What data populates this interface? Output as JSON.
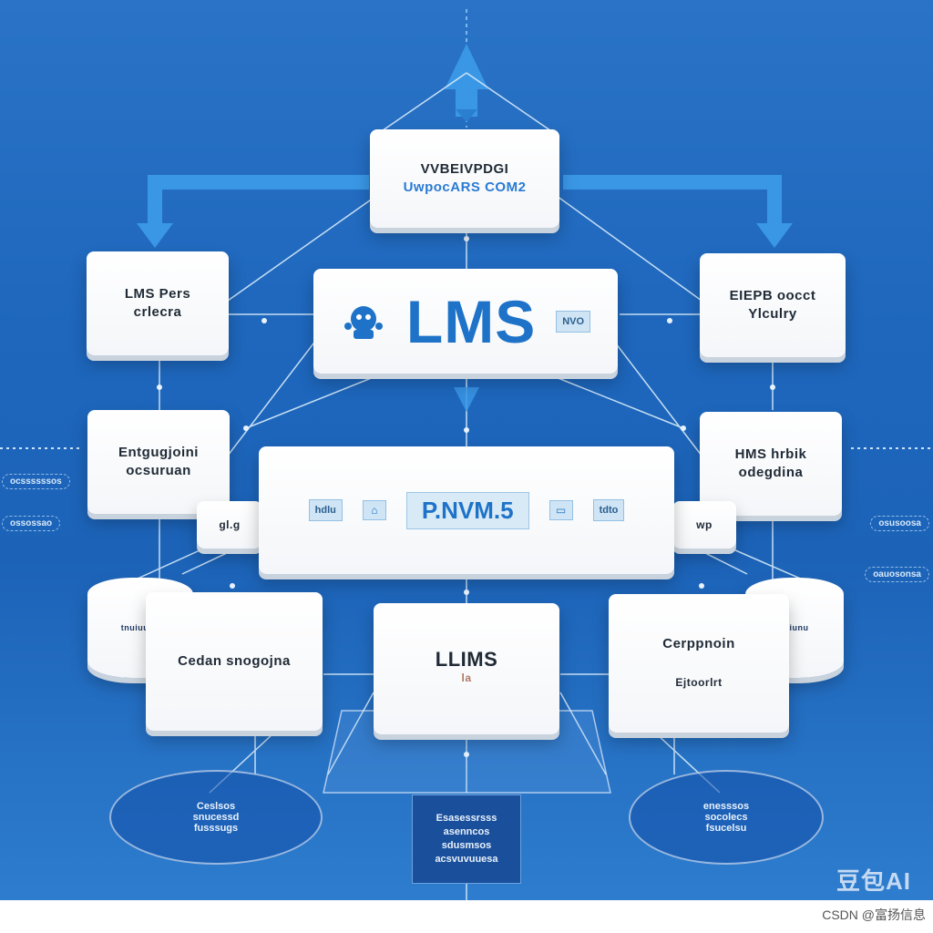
{
  "diagram": {
    "top_box": {
      "line1": "VVBEIVPDGI",
      "line2": "UwpocARS COM2"
    },
    "hub": {
      "title": "LMS",
      "tag": "NVO"
    },
    "left_upper": {
      "line1": "LMS Pers",
      "line2": "crlecra"
    },
    "right_upper": {
      "line1": "EIEPB oocct",
      "line2": "Ylculry"
    },
    "left_mid": {
      "line1": "Entgugjoini",
      "line2": "ocsuruan"
    },
    "right_mid": {
      "line1": "HMS hrbik",
      "line2": "odegdina"
    },
    "platform": {
      "main_chip": "P.NVM.5",
      "chip_left": "hdlu",
      "chip_right": "tdto",
      "side_left": "gl.g",
      "side_right": "wp"
    },
    "bottom_left": {
      "line1": "Cedan snogojna"
    },
    "bottom_center": {
      "line1": "LLIMS",
      "line2": "la"
    },
    "bottom_right": {
      "line1": "Cerppnoin",
      "line2": "Ejtoorlrt"
    },
    "drum_left": {
      "label": "tnuiuuuu"
    },
    "drum_right": {
      "label": "Hiiunu"
    },
    "disk_left": {
      "text": "Ceslsos\nsnucessd\nfusssugs"
    },
    "disk_right": {
      "text": "enesssos\nsocolecs\nfsucelsu"
    },
    "panel_bottom": {
      "text": "Esasessrsss\nasenncos\nsdusmsos\nacsvuvuuesa"
    },
    "side_pills": [
      "ocssssssos",
      "ossossao",
      "osusoosa",
      "oauosonsa"
    ]
  },
  "watermarks": {
    "ai": "豆包AI",
    "csdn": "CSDN @富扬信息"
  },
  "colors": {
    "background": "#1e67bd",
    "accent": "#1e73c8",
    "arrow": "#2d8ee0"
  }
}
